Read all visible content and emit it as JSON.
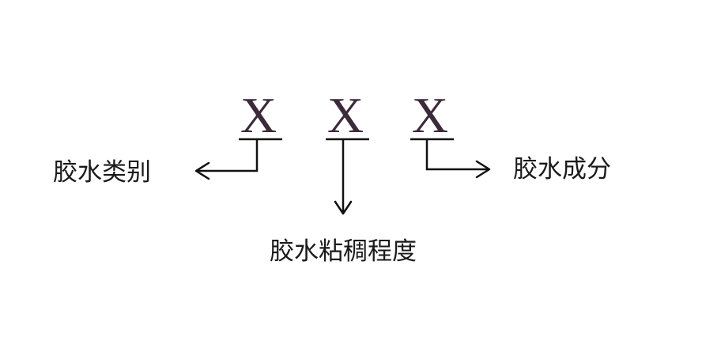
{
  "code": {
    "letters": [
      "X",
      "X",
      "X"
    ]
  },
  "labels": {
    "left": "胶水类别",
    "bottom": "胶水粘稠程度",
    "right": "胶水成分"
  },
  "colors": {
    "letter": "#3b2a3a",
    "line": "#111111",
    "text": "#1a1a1a"
  }
}
